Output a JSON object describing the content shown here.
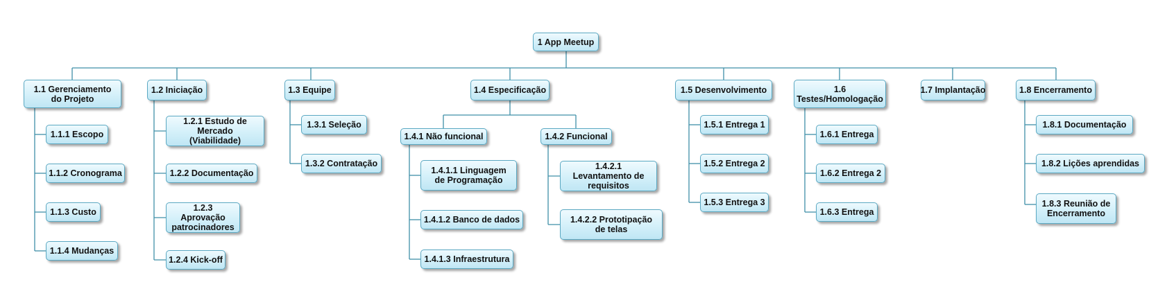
{
  "wbs": {
    "root": {
      "label": "1 App Meetup"
    },
    "phases": [
      {
        "label": "1.1 Gerenciamento do Projeto",
        "items": [
          {
            "label": "1.1.1 Escopo"
          },
          {
            "label": "1.1.2 Cronograma"
          },
          {
            "label": "1.1.3 Custo"
          },
          {
            "label": "1.1.4 Mudanças"
          }
        ]
      },
      {
        "label": "1.2 Iniciação",
        "items": [
          {
            "label": "1.2.1 Estudo de Mercado (Viabilidade)"
          },
          {
            "label": "1.2.2 Documentação"
          },
          {
            "label": "1.2.3 Aprovação patrocinadores"
          },
          {
            "label": "1.2.4 Kick-off"
          }
        ]
      },
      {
        "label": "1.3 Equipe",
        "items": [
          {
            "label": "1.3.1 Seleção"
          },
          {
            "label": "1.3.2 Contratação"
          }
        ]
      },
      {
        "label": "1.4 Especificação",
        "groups": [
          {
            "label": "1.4.1 Não funcional",
            "items": [
              {
                "label": "1.4.1.1 Linguagem de Programação"
              },
              {
                "label": "1.4.1.2 Banco de dados"
              },
              {
                "label": "1.4.1.3 Infraestrutura"
              }
            ]
          },
          {
            "label": "1.4.2 Funcional",
            "items": [
              {
                "label": "1.4.2.1 Levantamento de requisitos"
              },
              {
                "label": "1.4.2.2 Prototipação de telas"
              }
            ]
          }
        ]
      },
      {
        "label": "1.5 Desenvolvimento",
        "items": [
          {
            "label": "1.5.1 Entrega 1"
          },
          {
            "label": "1.5.2 Entrega 2"
          },
          {
            "label": "1.5.3 Entrega 3"
          }
        ]
      },
      {
        "label": "1.6 Testes/Homologação",
        "items": [
          {
            "label": "1.6.1 Entrega"
          },
          {
            "label": "1.6.2 Entrega 2"
          },
          {
            "label": "1.6.3 Entrega"
          }
        ]
      },
      {
        "label": "1.7 Implantação",
        "items": []
      },
      {
        "label": "1.8 Encerramento",
        "items": [
          {
            "label": "1.8.1 Documentação"
          },
          {
            "label": "1.8.2 Lições aprendidas"
          },
          {
            "label": "1.8.3 Reunião de Encerramento"
          }
        ]
      }
    ]
  }
}
